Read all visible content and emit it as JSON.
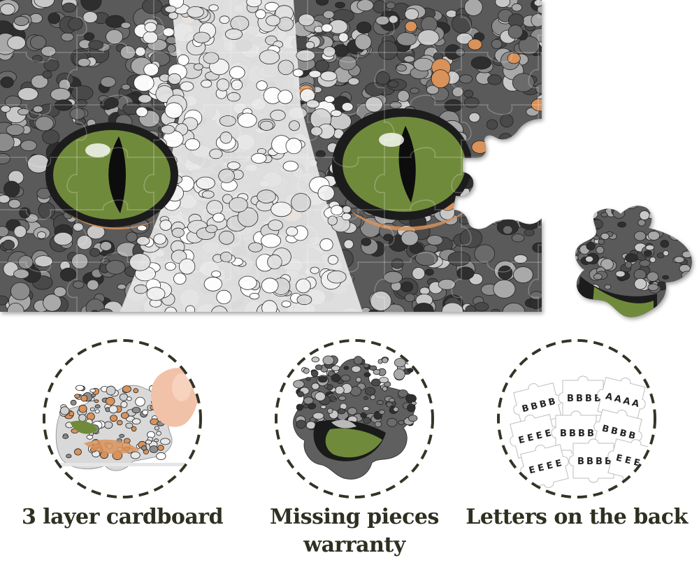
{
  "theme": {
    "label_color": "#2f2f22",
    "ring_color": "#343326",
    "stone_colors": [
      "#4a4a4a",
      "#6b6b6b",
      "#8c8c8c",
      "#a9a9a9",
      "#c8c8c8",
      "#2f2f2f"
    ],
    "fur_color": "#efefef",
    "accent_stone_color": "#d8925a",
    "eye_color": "#6f8a3a"
  },
  "features": [
    {
      "icon": "cardboard-piece-icon",
      "label": "3 layer cardboard"
    },
    {
      "icon": "puzzle-piece-icon",
      "label": "Missing pieces warranty"
    },
    {
      "icon": "letters-back-icon",
      "label": "Letters on the back"
    }
  ]
}
